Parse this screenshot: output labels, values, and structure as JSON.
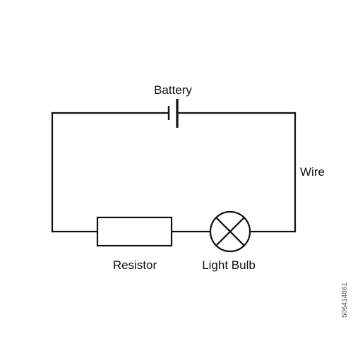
{
  "diagram": {
    "type": "circuit",
    "labels": {
      "battery": "Battery",
      "wire": "Wire",
      "resistor": "Resistor",
      "bulb": "Light Bulb"
    },
    "stock_id": "506414861"
  },
  "colors": {
    "line": "#111111",
    "background": "#ffffff"
  }
}
